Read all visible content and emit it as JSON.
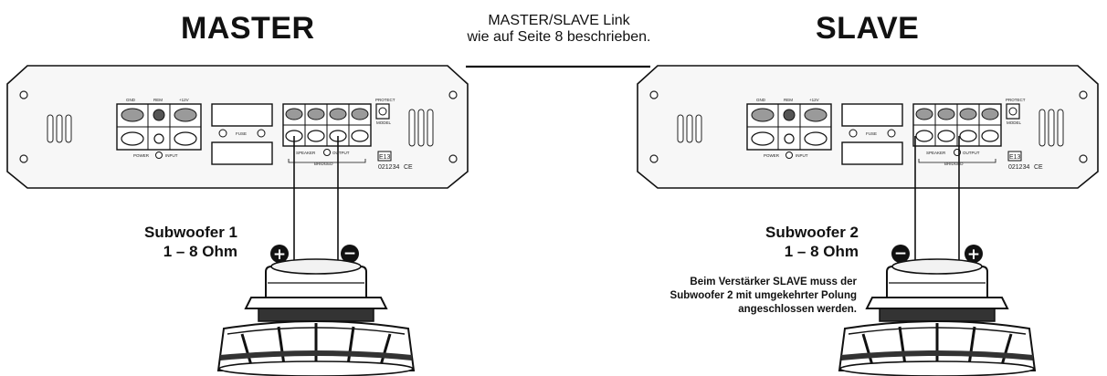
{
  "master": {
    "title": "MASTER",
    "panel_labels": {
      "gnd": "GND",
      "rem": "REM",
      "plus": "+12V",
      "power": "POWER",
      "input": "INPUT",
      "fuse": "FUSE",
      "speaker": "SPEAKER",
      "output": "OUTPUT",
      "bridged": "BRIDGED",
      "protect": "PROTECT",
      "model": "MODEL",
      "approval": "E13",
      "approval_no": "021234",
      "ce": "CE"
    },
    "subwoofer_label": "Subwoofer 1",
    "impedance": "1 – 8 Ohm"
  },
  "slave": {
    "title": "SLAVE",
    "panel_labels": {
      "gnd": "GND",
      "rem": "REM",
      "plus": "+12V",
      "power": "POWER",
      "input": "INPUT",
      "fuse": "FUSE",
      "speaker": "SPEAKER",
      "output": "OUTPUT",
      "bridged": "BRIDGED",
      "protect": "PROTECT",
      "model": "MODEL",
      "approval": "E13",
      "approval_no": "021234",
      "ce": "CE"
    },
    "subwoofer_label": "Subwoofer 2",
    "impedance": "1 – 8 Ohm",
    "note": "Beim Verstärker SLAVE muss der Subwoofer 2 mit umgekehrter Polung angeschlossen werden."
  },
  "link": {
    "line1": "MASTER/SLAVE Link",
    "line2": "wie auf Seite 8 beschrieben."
  },
  "polarity": {
    "plus": "+",
    "minus": "−"
  },
  "colors": {
    "line": "#111111",
    "panel": "#f3f3f3",
    "terminal": "#888888"
  }
}
